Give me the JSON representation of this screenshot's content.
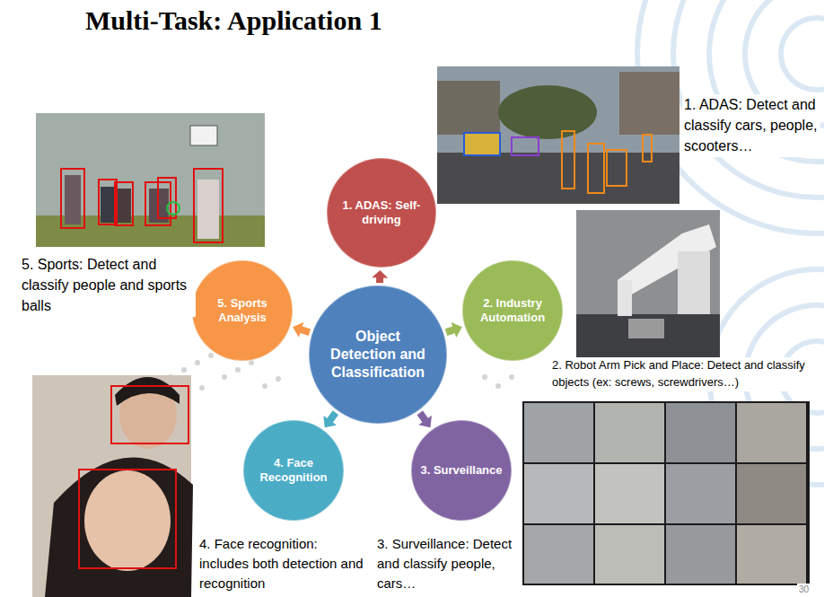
{
  "diagram": {
    "title": "Multi-Task: Application 1",
    "nodes": [
      {
        "text": [
          "Object Detection and Classification"
        ]
      },
      {
        "text": [
          "1. ADAS: Self-driving"
        ]
      },
      {
        "text": [
          "2. Industry Automation"
        ]
      },
      {
        "text": [
          "3. Surveillance"
        ]
      },
      {
        "text": [
          "4. Face Recognition"
        ]
      },
      {
        "text": [
          "5. Sports Analysis"
        ]
      }
    ],
    "edges": [
      {
        "from": 0,
        "to": 1,
        "arrow": "to"
      },
      {
        "from": 0,
        "to": 2,
        "arrow": "to"
      },
      {
        "from": 0,
        "to": 3,
        "arrow": "to"
      },
      {
        "from": 0,
        "to": 4,
        "arrow": "to"
      },
      {
        "from": 0,
        "to": 5,
        "arrow": "to"
      }
    ],
    "labels": [
      "1. ADAS: Detect and classify cars, people, scooters…",
      "2. Robot Arm Pick and Place: Detect and classify objects (ex: screws, screwdrivers…)",
      "3. Surveillance: Detect and classify people, cars…",
      "4. Face recognition: includes both detection and recognition",
      "5. Sports: Detect and classify people and sports balls",
      "30"
    ]
  }
}
